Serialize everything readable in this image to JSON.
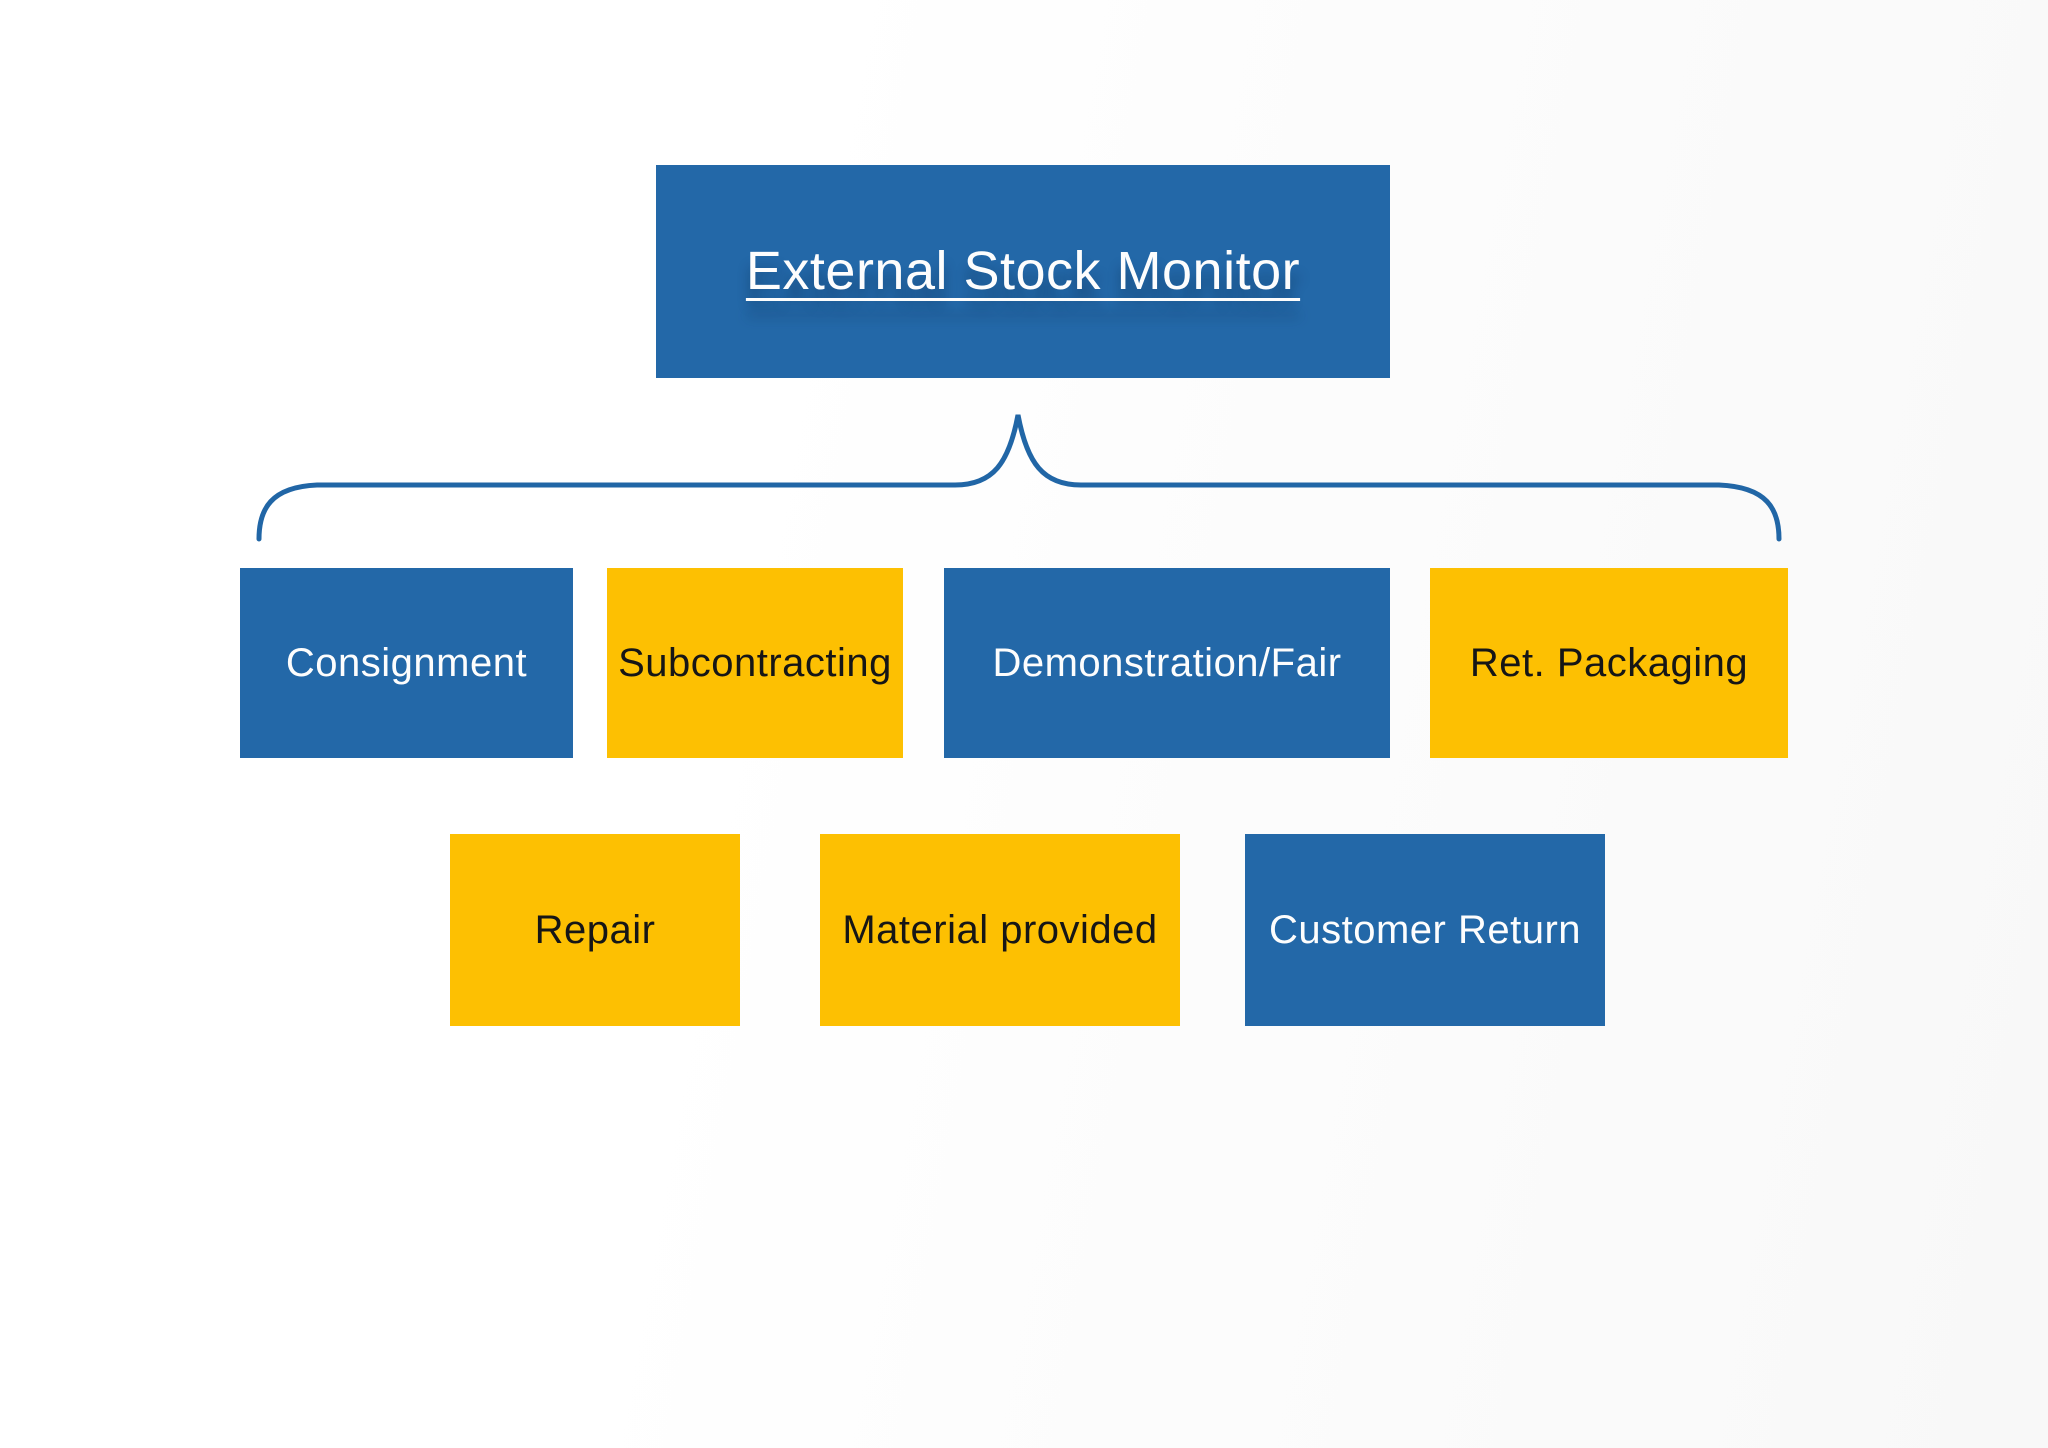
{
  "title": {
    "label": "External Stock Monitor"
  },
  "colors": {
    "blue": "#2368a8",
    "gold": "#fdc002",
    "brace": "#2166a6",
    "text_on_blue": "#fdfdfd",
    "text_on_gold": "#161616",
    "background": "#ffffff"
  },
  "nodes": {
    "row1": [
      {
        "label": "Consignment",
        "color": "blue"
      },
      {
        "label": "Subcontracting",
        "color": "gold"
      },
      {
        "label": "Demonstration/Fair",
        "color": "blue"
      },
      {
        "label": "Ret. Packaging",
        "color": "gold"
      }
    ],
    "row2": [
      {
        "label": "Repair",
        "color": "gold"
      },
      {
        "label": "Material provided",
        "color": "gold"
      },
      {
        "label": "Customer Return",
        "color": "blue"
      }
    ]
  }
}
